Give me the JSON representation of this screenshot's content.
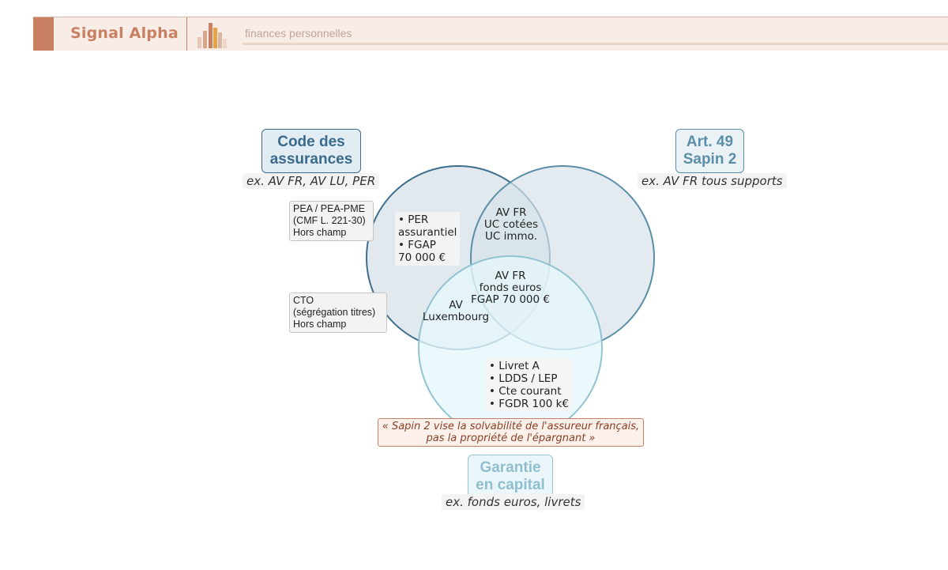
{
  "header": {
    "brand": "Signal Alpha",
    "tagline": "finances personnelles",
    "accent_color": "#c97f62"
  },
  "venn": {
    "sets": [
      {
        "title": "Code des\nassurances",
        "example": "ex. AV FR, AV LU, PER",
        "color": "#3e6e8f"
      },
      {
        "title": "Art. 49\nSapin 2",
        "example": "ex. AV FR tous supports",
        "color": "#5b8ea8"
      },
      {
        "title": "Garantie\nen capital",
        "example": "ex. fonds euros, livrets",
        "color": "#92c3d3"
      }
    ],
    "regions": {
      "only_code": "• PER\nassurantiel\n• FGAP\n  70 000 €",
      "code_sapin": "AV FR\nUC cotées\nUC immo.",
      "all_three": "AV FR\nfonds euros\nFGAP 70 000 €",
      "code_garantie": "AV\nLuxembourg",
      "only_garantie": "• Livret A\n• LDDS / LEP\n• Cte courant\n• FGDR 100 k€"
    },
    "outside_notes": [
      "PEA / PEA-PME\n(CMF L. 221-30)\nHors champ",
      "CTO\n(ségrégation titres)\nHors champ"
    ],
    "quote": "« Sapin 2 vise la solvabilité de l'assureur français,\npas la propriété de l'épargnant »"
  }
}
